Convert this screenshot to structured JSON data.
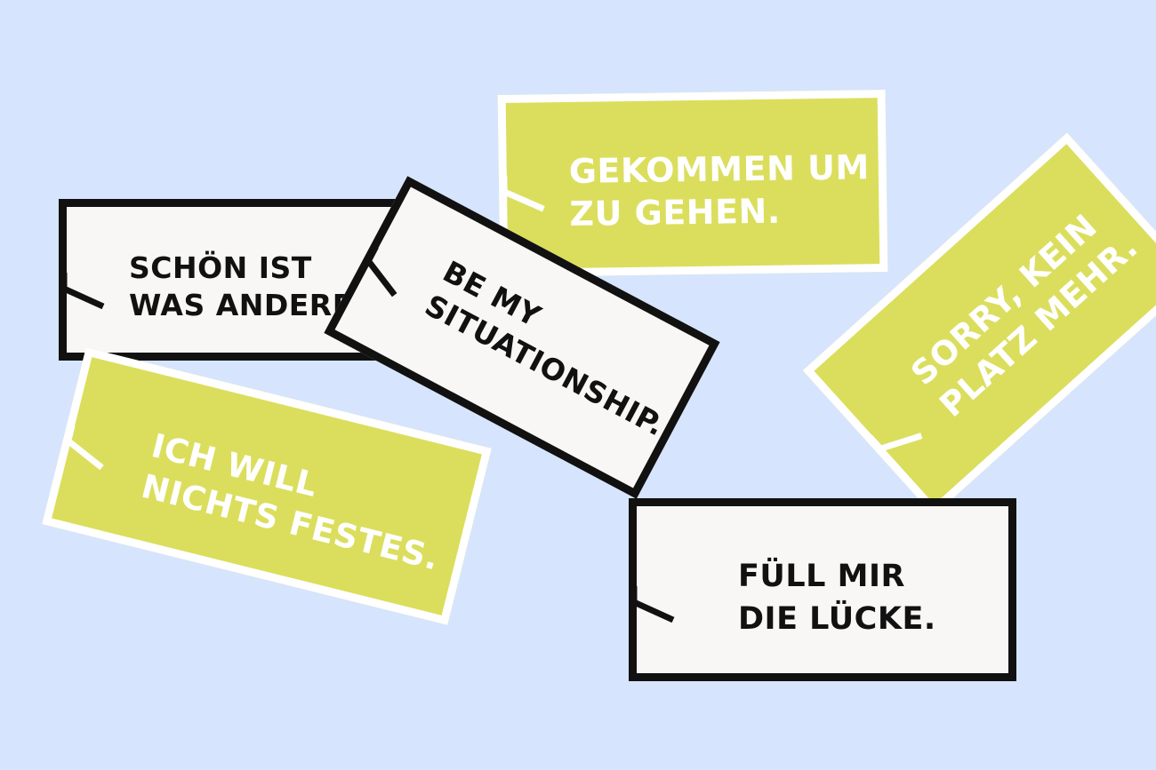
{
  "colors": {
    "background": "#d6e5fd",
    "green": "#dbde5c",
    "white": "#f8f7f5",
    "ink": "#111111"
  },
  "cards": [
    {
      "id": "card-schoen",
      "style": "white",
      "lines": [
        "SCHÖN IST",
        "WAS ANDERES."
      ]
    },
    {
      "id": "card-gekommen",
      "style": "green",
      "lines": [
        "GEKOMMEN UM",
        "ZU GEHEN."
      ]
    },
    {
      "id": "card-sorry",
      "style": "green",
      "lines": [
        "SORRY, KEIN",
        "PLATZ MEHR."
      ]
    },
    {
      "id": "card-ich-will",
      "style": "green",
      "lines": [
        "ICH WILL",
        "NICHTS FESTES."
      ]
    },
    {
      "id": "card-be-my",
      "style": "white",
      "lines": [
        "BE MY",
        "SITUATIONSHIP."
      ]
    },
    {
      "id": "card-fuell",
      "style": "white",
      "lines": [
        "FÜLL MIR",
        "DIE LÜCKE."
      ]
    }
  ]
}
